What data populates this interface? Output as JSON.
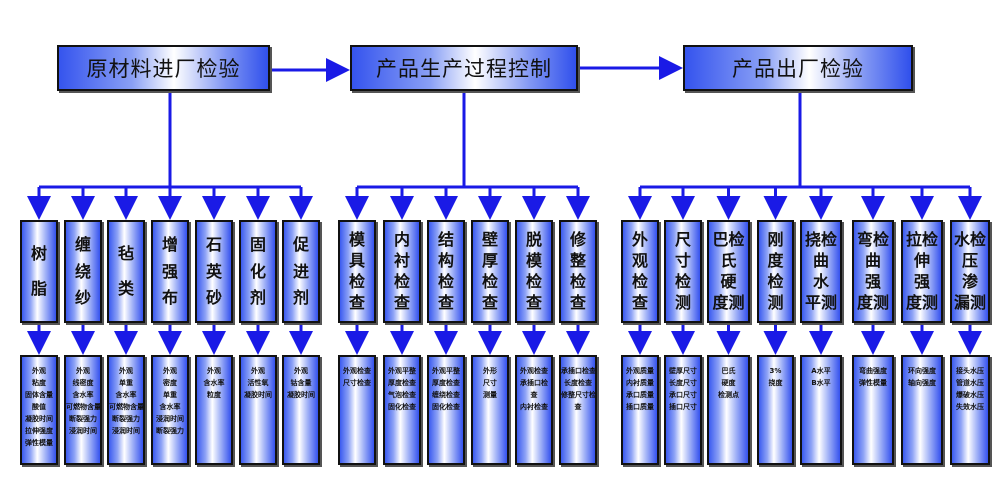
{
  "stages": [
    {
      "title": "原材料进厂检验",
      "items": [
        {
          "name": [
            "树",
            "脂"
          ],
          "checks": [
            "外观",
            "粘度",
            "固体含量",
            "酸值",
            "凝胶时间",
            "拉伸强度",
            "弹性模量"
          ]
        },
        {
          "name": [
            "缠",
            "绕",
            "纱"
          ],
          "checks": [
            "外观",
            "线密度",
            "含水率",
            "可燃物含量",
            "断裂强力",
            "浸润时间"
          ]
        },
        {
          "name": [
            "毡",
            "类"
          ],
          "checks": [
            "外观",
            "单重",
            "含水率",
            "可燃物含量",
            "断裂强力",
            "浸润时间"
          ]
        },
        {
          "name": [
            "增",
            "强",
            "布"
          ],
          "checks": [
            "外观",
            "密度",
            "单重",
            "含水率",
            "浸润时间",
            "断裂强力"
          ]
        },
        {
          "name": [
            "石",
            "英",
            "砂"
          ],
          "checks": [
            "外观",
            "含水率",
            "粒度"
          ]
        },
        {
          "name": [
            "固",
            "化",
            "剂"
          ],
          "checks": [
            "外观",
            "活性氧",
            "凝胶时间"
          ]
        },
        {
          "name": [
            "促",
            "进",
            "剂"
          ],
          "checks": [
            "外观",
            "钴含量",
            "凝胶时间"
          ]
        }
      ]
    },
    {
      "title": "产品生产过程控制",
      "items": [
        {
          "name": [
            "模",
            "具",
            "检",
            "查"
          ],
          "checks": [
            "外观检查",
            "尺寸检查"
          ]
        },
        {
          "name": [
            "内",
            "衬",
            "检",
            "查"
          ],
          "checks": [
            "外观平整",
            "厚度检查",
            "气泡检查",
            "固化检查"
          ]
        },
        {
          "name": [
            "结",
            "构",
            "检",
            "查"
          ],
          "checks": [
            "外观平整",
            "厚度检查",
            "缠绕检查",
            "固化检查"
          ]
        },
        {
          "name": [
            "壁",
            "厚",
            "检",
            "查"
          ],
          "checks": [
            "外形",
            "尺寸",
            "测量"
          ]
        },
        {
          "name": [
            "脱",
            "模",
            "检",
            "查"
          ],
          "checks": [
            "外观检查",
            "承插口检",
            "查",
            "内衬检查"
          ]
        },
        {
          "name": [
            "修",
            "整",
            "检",
            "查"
          ],
          "checks": [
            "承插口检查",
            "长度检查",
            "修整尺寸检",
            "查"
          ]
        }
      ]
    },
    {
      "title": "产品出厂检验",
      "items": [
        {
          "name": [
            "外",
            "观",
            "检",
            "查"
          ],
          "checks": [
            "外观质量",
            "内衬质量",
            "承口质量",
            "插口质量"
          ]
        },
        {
          "name": [
            "尺",
            "寸",
            "检",
            "测"
          ],
          "checks": [
            "壁厚尺寸",
            "长度尺寸",
            "承口尺寸",
            "插口尺寸"
          ]
        },
        {
          "name": [
            "巴检",
            "氏",
            "硬",
            "度测"
          ],
          "checks": [
            "巴氏",
            "硬度",
            "检测点"
          ]
        },
        {
          "name": [
            "刚",
            "度",
            "检",
            "测"
          ],
          "checks": [
            "3%",
            "挠度"
          ]
        },
        {
          "name": [
            "挠检",
            "曲",
            "水",
            "平测"
          ],
          "checks": [
            "A水平",
            "B水平"
          ]
        },
        {
          "name": [
            "弯检",
            "曲",
            "强",
            "度测"
          ],
          "checks": [
            "弯曲强度",
            "弹性模量"
          ]
        },
        {
          "name": [
            "拉检",
            "伸",
            "强",
            "度测"
          ],
          "checks": [
            "环向强度",
            "轴向强度"
          ]
        },
        {
          "name": [
            "水检",
            "压",
            "渗",
            "漏测"
          ],
          "checks": [
            "接头水压",
            "管道水压",
            "爆破水压",
            "失效水压"
          ]
        }
      ]
    }
  ],
  "colors": {
    "connector": "#1a1ae6",
    "box_edge": "#3554ee"
  }
}
